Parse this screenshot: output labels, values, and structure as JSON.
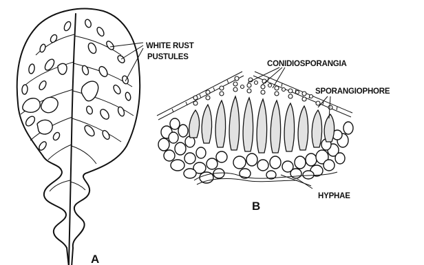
{
  "panels": {
    "a": "A",
    "b": "B"
  },
  "labels": {
    "white_rust_line1": "WHITE RUST",
    "white_rust_line2": "PUSTULES",
    "conidiosporangia": "CONIDIOSPORANGIA",
    "sporangiophore": "SPORANGIOPHORE",
    "hyphae": "HYPHAE"
  },
  "colors": {
    "ink": "#111111",
    "stipple": "#c8c8c8",
    "paper": "#ffffff"
  }
}
